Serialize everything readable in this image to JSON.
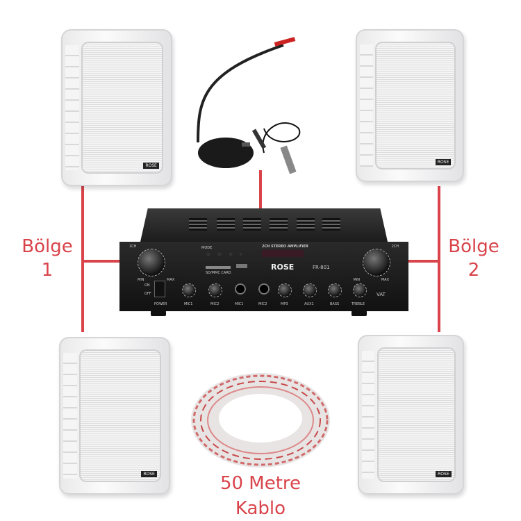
{
  "labels": {
    "zone1_word": "Bölge",
    "zone1_num": "1",
    "zone2_word": "Bölge",
    "zone2_num": "2",
    "cable_line1": "50 Metre",
    "cable_line2": "Kablo"
  },
  "amplifier": {
    "brand": "ROSE",
    "model": "FR-801",
    "title": "2CH STEREO AMPLIFIER",
    "ch1": "1CH",
    "ch2": "2CH",
    "min": "MIN",
    "max": "MAX",
    "mode": "MODE",
    "sd": "SD/MMC CARD",
    "power": "POWER",
    "on": "ON",
    "off": "OFF",
    "knobs": [
      "MIC1",
      "MIC2",
      "MP3",
      "AUX1",
      "BASS",
      "TREBLE"
    ],
    "jacks": [
      "MIC1",
      "MIC2"
    ],
    "logo": "VAT"
  },
  "speaker_logo": "ROSE",
  "colors": {
    "accent": "#d9434a"
  }
}
